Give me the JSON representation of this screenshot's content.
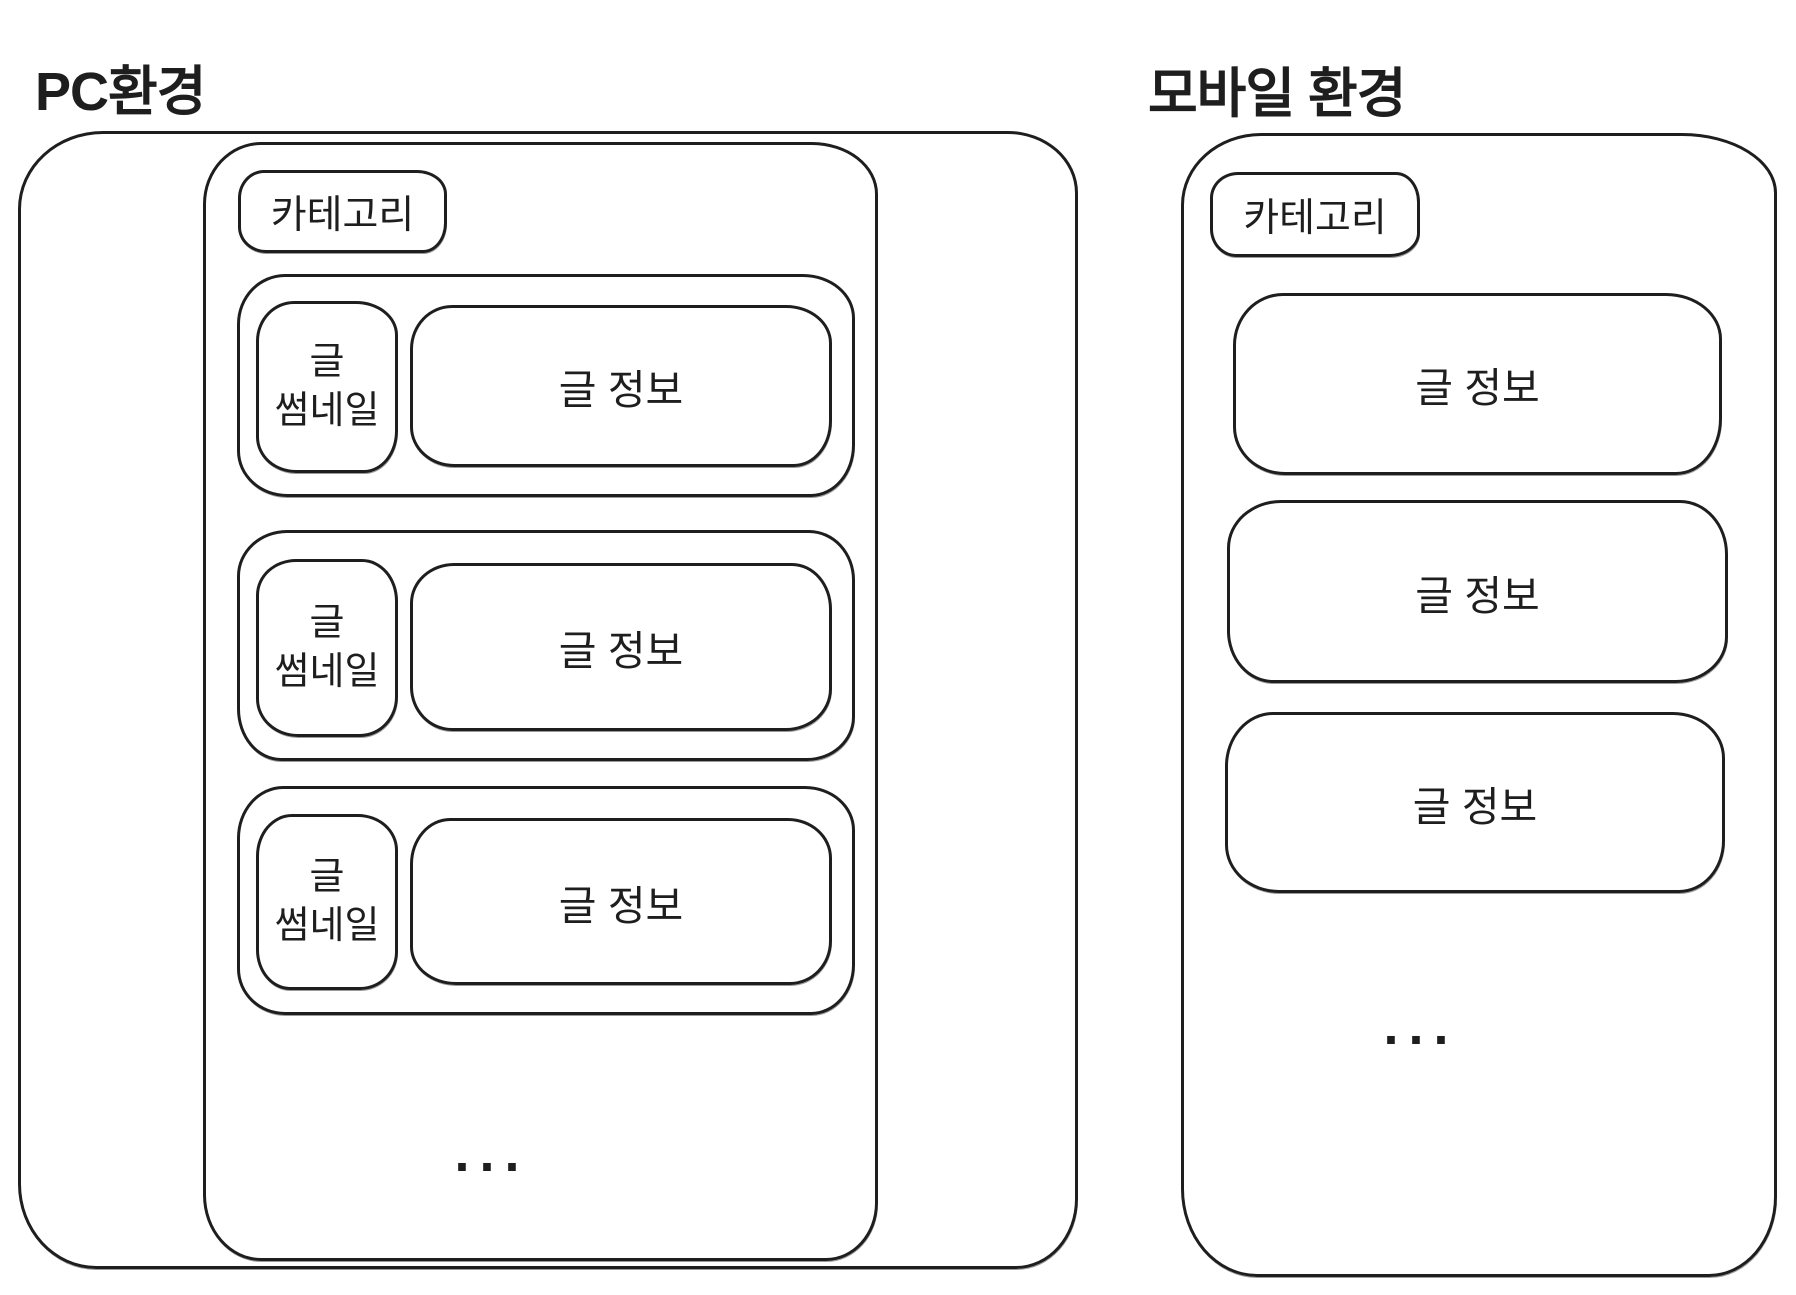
{
  "colors": {
    "ink": "#1e1e1e",
    "background": "#ffffff"
  },
  "pc": {
    "title": "PC환경",
    "category_label": "카테고리",
    "rows": [
      {
        "thumbnail_lines": [
          "글",
          "썸네일"
        ],
        "info_label": "글 정보"
      },
      {
        "thumbnail_lines": [
          "글",
          "썸네일"
        ],
        "info_label": "글 정보"
      },
      {
        "thumbnail_lines": [
          "글",
          "썸네일"
        ],
        "info_label": "글 정보"
      }
    ],
    "more_indicator": "..."
  },
  "mobile": {
    "title": "모바일 환경",
    "category_label": "카테고리",
    "items": [
      {
        "info_label": "글 정보"
      },
      {
        "info_label": "글 정보"
      },
      {
        "info_label": "글 정보"
      }
    ],
    "more_indicator": "..."
  }
}
